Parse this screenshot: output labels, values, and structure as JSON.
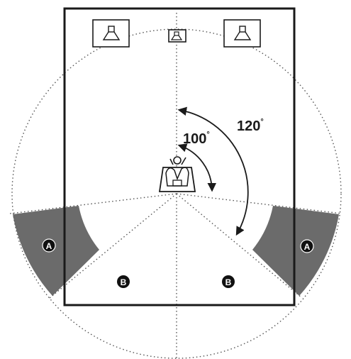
{
  "angles": {
    "inner_label": "100",
    "inner_unit": "°",
    "outer_label": "120",
    "outer_unit": "°"
  },
  "zones": {
    "a_label": "A",
    "b_label": "B"
  },
  "colors": {
    "zone_a_fill": "#6b6b6b",
    "line": "#1a1a1a",
    "dotted": "#555555",
    "badge_fill": "#111111",
    "badge_text": "#ffffff"
  },
  "icons": {
    "front_left": "speaker-icon",
    "center": "speaker-icon",
    "front_right": "speaker-icon",
    "listener": "listener-chair-icon"
  }
}
